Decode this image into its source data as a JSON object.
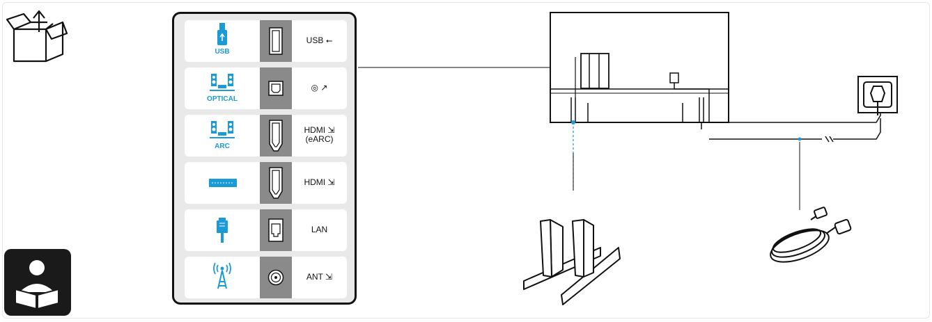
{
  "ports": [
    {
      "device_label": "USB",
      "port_label": "USB",
      "port_symbol": "⭠",
      "second_line": ""
    },
    {
      "device_label": "OPTICAL",
      "port_label": "◎",
      "port_symbol": "↗",
      "second_line": ""
    },
    {
      "device_label": "ARC",
      "port_label": "HDMI",
      "port_symbol": "⇲",
      "second_line": "(eARC)"
    },
    {
      "device_label": "",
      "port_label": "HDMI",
      "port_symbol": "⇲",
      "second_line": ""
    },
    {
      "device_label": "",
      "port_label": "LAN",
      "port_symbol": "",
      "second_line": ""
    },
    {
      "device_label": "",
      "port_label": "ANT",
      "port_symbol": "⇲",
      "second_line": ""
    }
  ],
  "colors": {
    "accent": "#1a9ad6",
    "panel_bg": "#e9e9e9",
    "jack_bg": "#8a8a8a",
    "outline": "#111111"
  },
  "icons": [
    "unbox-icon",
    "read-manual-icon",
    "usb-stick-icon",
    "speaker-system-icon",
    "soundbar-icon",
    "lan-plug-icon",
    "antenna-icon",
    "tv-back-icon",
    "stand-feet-icon",
    "power-cable-icon",
    "wall-socket-icon"
  ]
}
